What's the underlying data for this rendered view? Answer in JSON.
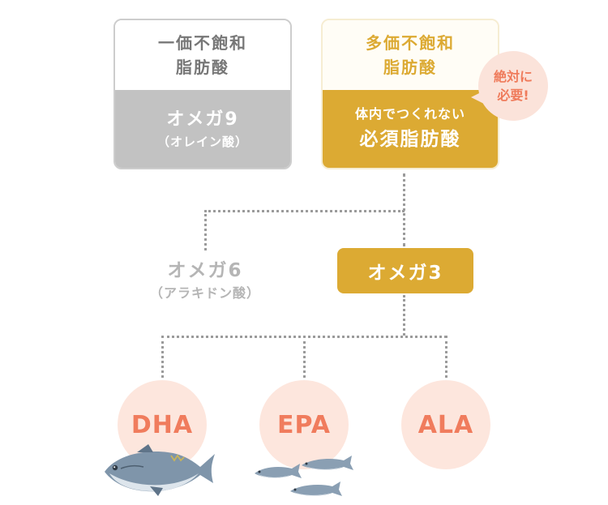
{
  "mono": {
    "head_line1": "一価不飽和",
    "head_line2": "脂肪酸",
    "body_main": "オメガ9",
    "body_sub": "（オレイン酸）"
  },
  "poly": {
    "head_line1": "多価不飽和",
    "head_line2": "脂肪酸",
    "body_top": "体内でつくれない",
    "body_main": "必須脂肪酸"
  },
  "bubble": {
    "line1": "絶対に",
    "line2": "必要!"
  },
  "omega6": {
    "main": "オメガ6",
    "sub": "（アラキドン酸）"
  },
  "omega3": {
    "label": "オメガ3"
  },
  "fatty_acids": [
    {
      "label": "DHA",
      "icon": "tuna-icon"
    },
    {
      "label": "EPA",
      "icon": "sardines-icon"
    },
    {
      "label": "ALA"
    }
  ],
  "colors": {
    "gold": "#dcaa33",
    "gray": "#c2c2c2",
    "coral": "#f07c5d",
    "peach": "#fde6dd"
  }
}
